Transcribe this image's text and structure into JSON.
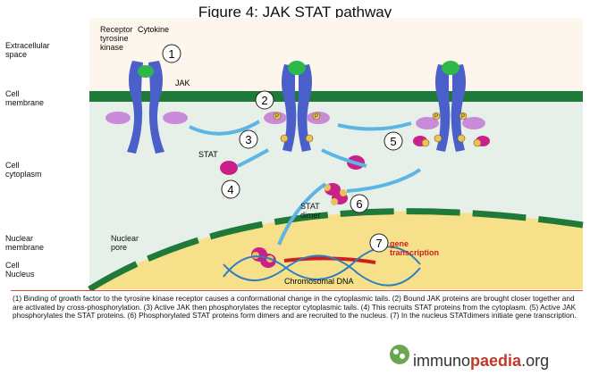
{
  "title": "Figure 4: JAK STAT pathway",
  "side_labels": {
    "extracellular": "Extracellular\nspace",
    "cell_membrane": "Cell\nmembrane",
    "cytoplasm": "Cell\ncytoplasm",
    "nuclear_membrane": "Nuclear\nmembrane",
    "nucleus": "Cell\nNucleus"
  },
  "labels": {
    "receptor": "Receptor\ntyrosine\nkinase",
    "cytokine": "Cytokine",
    "jak": "JAK",
    "stat": "STAT",
    "stat_dimer": "STAT\ndimer",
    "nuclear_pore": "Nuclear\npore",
    "gene_transcription": "gene\ntranscription",
    "chromosomal_dna": "Chromosomal DNA",
    "phospho": "P"
  },
  "steps": [
    "1",
    "2",
    "3",
    "4",
    "5",
    "6",
    "7"
  ],
  "caption": "(1) Binding of growth factor to the tyrosine kinase receptor causes a conformational change in the cytoplasmic tails. (2) Bound JAK proteins are brought closer together and are activated by cross-phosphorylation. (3) Active JAK then phosphorylates the receptor cytoplasmic tails. (4) This recruits STAT proteins from the cytoplasm. (5) Active JAK phosphorylates the STAT proteins. (6) Phosphorylated STAT proteins form dimers and are recruited to the nucleus. (7) In the nucleus STATdimers initiate gene transcription.",
  "logo": {
    "prefix": "immuno",
    "brand": "paedia",
    "suffix": ".org"
  },
  "colors": {
    "membrane": "#1f7a3a",
    "receptor": "#4a5fc9",
    "cytokine": "#2db84a",
    "jak": "#c98ad8",
    "stat": "#c9208a",
    "phosphate": "#e8c25a",
    "arrow": "#5bb5e6",
    "nucleus": "#f6e08a",
    "dna": "#2f7fc0",
    "gene_text": "#cc1f1f"
  }
}
